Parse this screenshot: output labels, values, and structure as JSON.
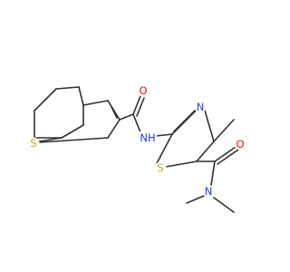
{
  "colors": {
    "carbon_bond": "#303030",
    "sulfur": "#c8a800",
    "nitrogen": "#2040e0",
    "oxygen": "#e01010",
    "background": "#ffffff"
  },
  "atom_labels": {
    "s_thiophene": "S",
    "o_amide_left": "O",
    "nh_amide": "NH",
    "n_thiazole": "N",
    "s_thiazole": "S",
    "o_amide_right": "O",
    "n_dimethyl": "N"
  }
}
